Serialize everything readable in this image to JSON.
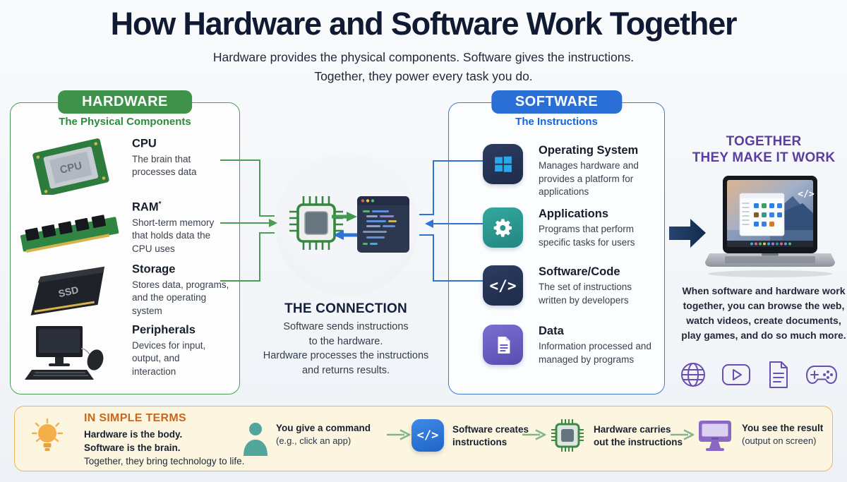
{
  "page": {
    "title": "How Hardware and Software Work Together",
    "subtitle_line1": "Hardware provides the physical components. Software gives the instructions.",
    "subtitle_line2": "Together, they power every task you do."
  },
  "hardware": {
    "badge": "HARDWARE",
    "subtitle": "The Physical Components",
    "items": [
      {
        "title": "CPU",
        "sup": "",
        "desc": "The brain that processes data",
        "image": "cpu-chip-photo",
        "image_label": "CPU"
      },
      {
        "title": "RAM",
        "sup": "*",
        "desc": "Short-term memory that holds data the CPU uses",
        "image": "ram-stick-photo",
        "image_label": ""
      },
      {
        "title": "Storage",
        "sup": "",
        "desc": "Stores data, programs, and the operating system",
        "image": "ssd-photo",
        "image_label": "SSD"
      },
      {
        "title": "Peripherals",
        "sup": "",
        "desc": "Devices for input, output, and interaction",
        "image": "desktop-computer-photo",
        "image_label": ""
      }
    ]
  },
  "connection": {
    "title": "THE CONNECTION",
    "lines": [
      "Software sends instructions",
      "to the hardware.",
      "Hardware processes the instructions",
      "and returns results."
    ]
  },
  "software": {
    "badge": "SOFTWARE",
    "subtitle": "The Instructions",
    "items": [
      {
        "title": "Operating System",
        "desc": "Manages hardware and provides a platform for applications",
        "icon": "windows-icon"
      },
      {
        "title": "Applications",
        "desc": "Programs that perform specific tasks for users",
        "icon": "gear-icon"
      },
      {
        "title": "Software/Code",
        "desc": "The set of instructions written by developers",
        "icon": "code-icon"
      },
      {
        "title": "Data",
        "desc": "Information processed and managed by programs",
        "icon": "document-icon"
      }
    ]
  },
  "together": {
    "title_line1": "TOGETHER",
    "title_line2": "THEY MAKE IT WORK",
    "paragraph": "When software and hardware work together, you can browse the web, watch videos, create documents, play games, and do so much more.",
    "icons": [
      "globe-icon",
      "video-player-icon",
      "document-icon",
      "game-controller-icon"
    ]
  },
  "simple_terms": {
    "badge": "IN SIMPLE TERMS",
    "line1": "Hardware is the body.",
    "line2": "Software is the brain.",
    "line3": "Together, they bring technology to life.",
    "steps": [
      {
        "title": "You give a command",
        "sub": "(e.g., click an app)",
        "icon": "person-icon"
      },
      {
        "title": "Software creates instructions",
        "sub": "",
        "icon": "code-icon"
      },
      {
        "title": "Hardware carries out the instructions",
        "sub": "",
        "icon": "chip-icon"
      },
      {
        "title": "You see the result",
        "sub": "(output on screen)",
        "icon": "monitor-icon"
      }
    ]
  },
  "glyphs": {
    "code": "</>"
  },
  "colors": {
    "hardware_green": "#3f9249",
    "software_blue": "#2a6fd6",
    "together_purple": "#5b3f9e",
    "simple_terms_orange": "#c8681e",
    "green_line": "#4a9d57",
    "blue_line": "#2e72d2",
    "navy_title": "#101b33"
  }
}
